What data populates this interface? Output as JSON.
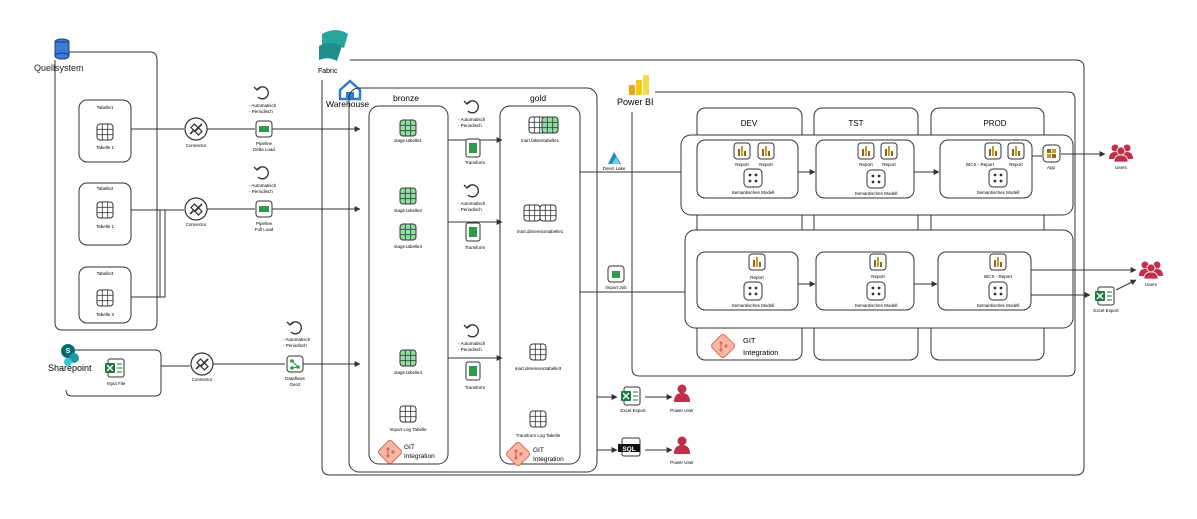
{
  "quellsystem": {
    "title": "Quellsystem",
    "tables": [
      {
        "header": "Tabelle1",
        "label": "Tabelle 1"
      },
      {
        "header": "Tabelle2",
        "label": "Tabelle 1"
      },
      {
        "header": "Tabelle3",
        "label": "Tabelle 3"
      }
    ]
  },
  "sharepoint": {
    "title": "Sharepoint",
    "file_label": "Input File"
  },
  "connectors": {
    "c1": "Connector",
    "c2": "Connector",
    "c3": "Connector"
  },
  "refresh_text": {
    "line1": "- Automatisch",
    "line2": "- Periodisch"
  },
  "pipelines": {
    "p1_line1": "Pipeline",
    "p1_line2": "Delta Load",
    "p2_line1": "Pipeline",
    "p2_line2": "Full Load",
    "p3_line1": "Dataflows",
    "p3_line2": "Gen2"
  },
  "fabric": {
    "title": "Fabric",
    "warehouse": "Warehouse"
  },
  "bronze": {
    "title": "bronze",
    "items": [
      "stage.tabelle1",
      "stage.tabelle2",
      "stage.tabelle3",
      "stage.tabelle4",
      "Import Log Tabelle"
    ]
  },
  "transform_label": "Transform",
  "gold": {
    "title": "gold",
    "items": [
      "mart.faktentabelle1",
      "mart.dimensiontabelle1",
      "mart.dimensiontabelle3",
      "Transform Log Tabelle"
    ]
  },
  "git": {
    "line1": "GIT",
    "line2": "Integration"
  },
  "direct_lake": "Direct Lake",
  "import_job": "Import Job",
  "excel_export": "Excel Export",
  "power_user": "Power User",
  "sql_icon_text": "SQL",
  "powerbi": {
    "title": "Power BI",
    "envs": [
      "DEV",
      "TST",
      "PROD"
    ]
  },
  "report": "Report",
  "ibcs_report": "IBCS - Report",
  "semantic_model": "Semantisches Modell",
  "app": "App",
  "users": "Users",
  "colors": {
    "accent_green": "#7cd38c",
    "git_red": "#e26a52",
    "powerbi_yellow": "#f2c811",
    "user_red": "#c0304a",
    "fabric_teal": "#1f8f8a",
    "warehouse_blue": "#2e7bd6",
    "excel_green": "#1d7a3e"
  }
}
